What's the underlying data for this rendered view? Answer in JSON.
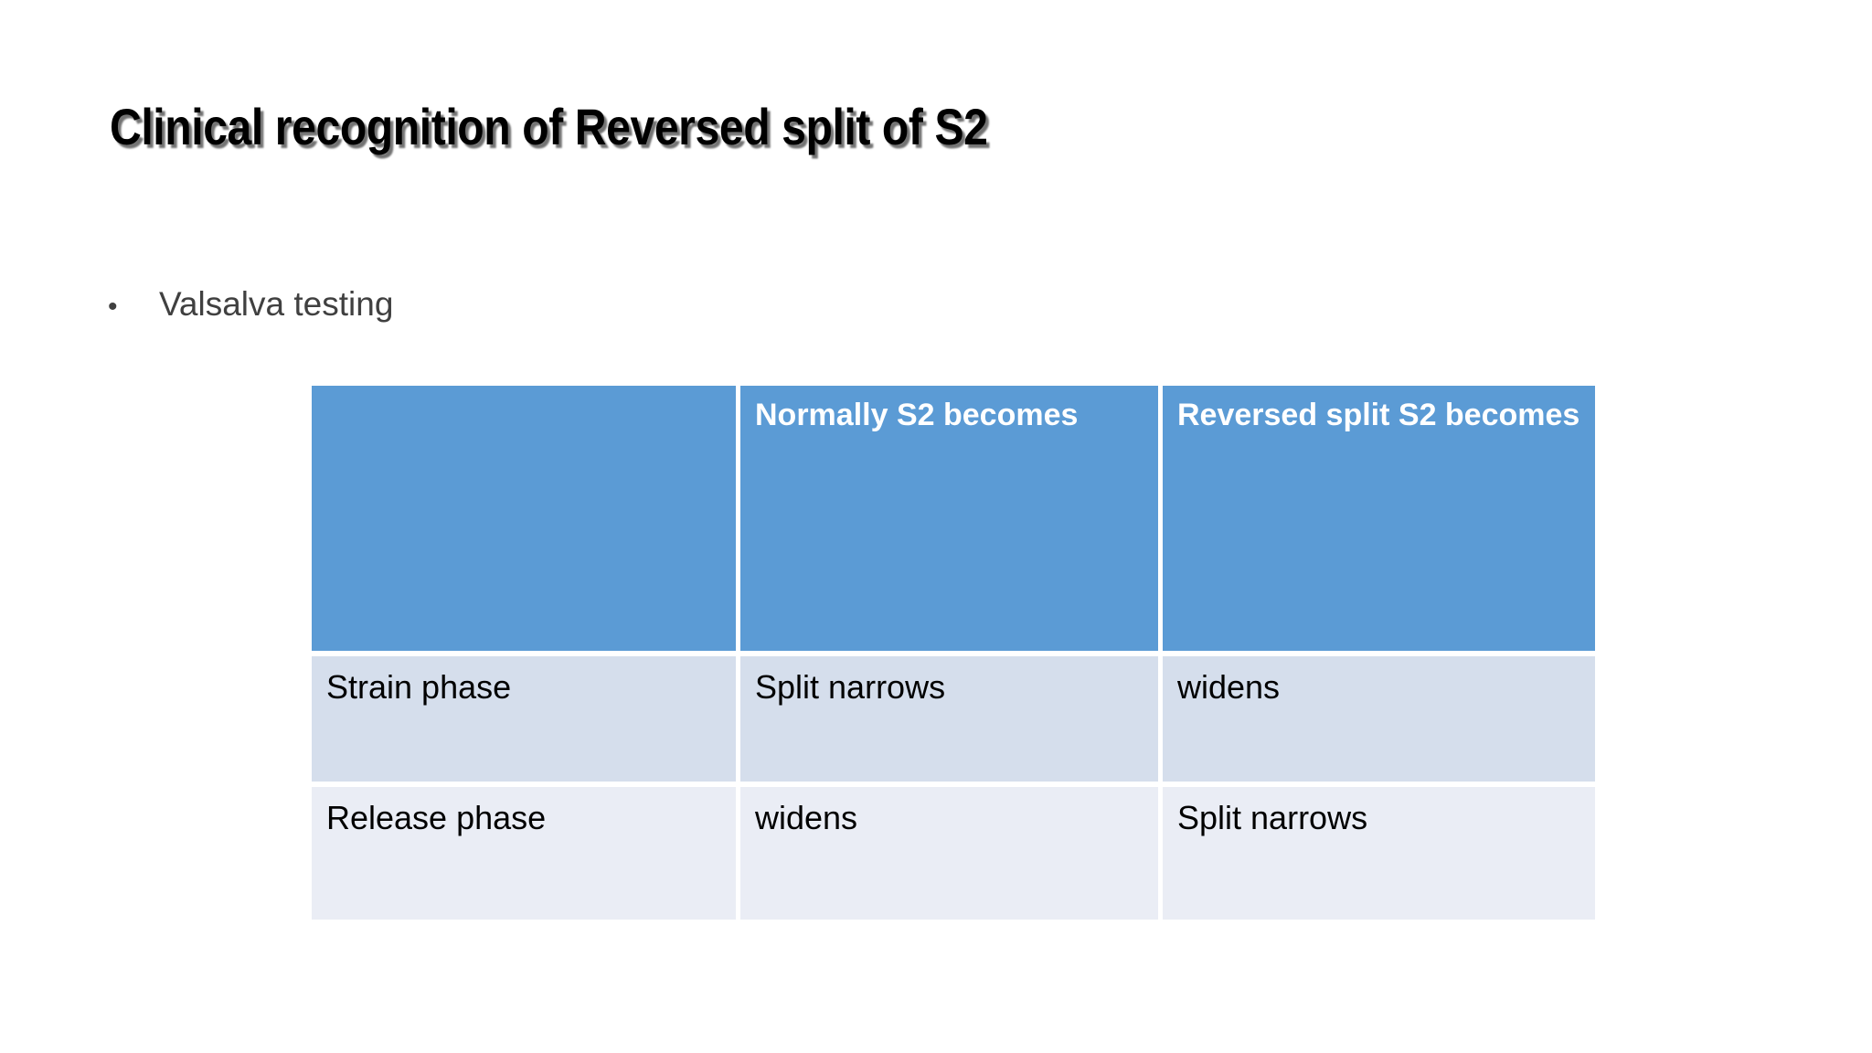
{
  "slide": {
    "title": "Clinical recognition of Reversed split of S2",
    "background_color": "#FFFFFF",
    "title_color": "#000000"
  },
  "bullets": [
    {
      "marker": "•",
      "text": "Valsalva testing"
    }
  ],
  "table": {
    "accent_color": "#5B9BD5",
    "row_a_color": "#D5DEEC",
    "row_b_color": "#EAEDF5",
    "header_text_color": "#FFFFFF",
    "headers": [
      "",
      "Normally  S2 becomes",
      "Reversed split S2 becomes"
    ],
    "rows": [
      {
        "label": "Strain phase",
        "normal": "Split narrows",
        "reversed": "widens"
      },
      {
        "label": "Release phase",
        "normal": "widens",
        "reversed": "Split narrows"
      }
    ]
  }
}
